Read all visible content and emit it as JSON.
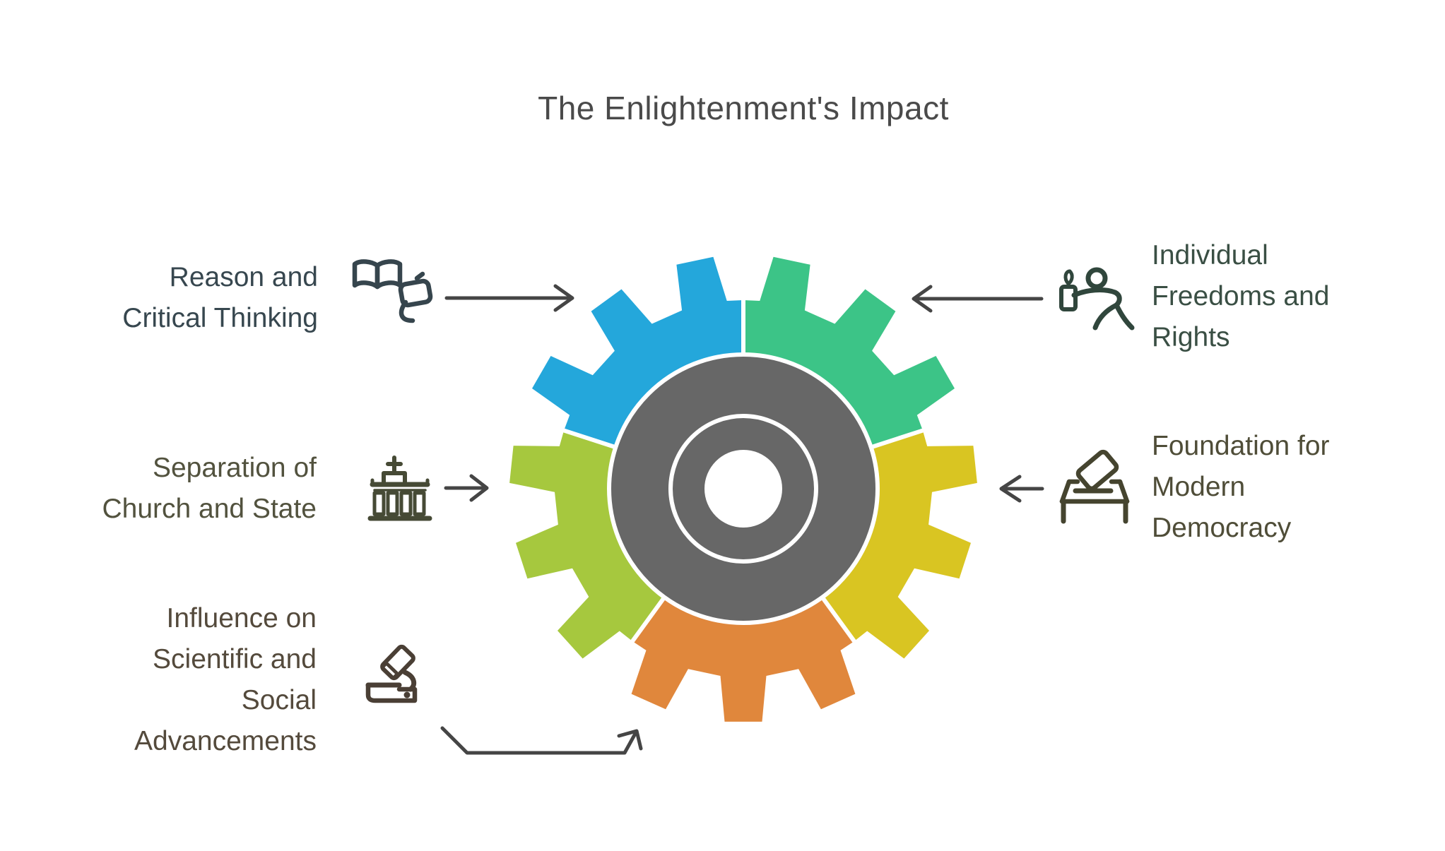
{
  "title": "The Enlightenment's Impact",
  "styles": {
    "background": "#ffffff",
    "title_color": "#4a4a4a",
    "arrow_color": "#454545",
    "hub_color": "#676767",
    "separator_color": "#ffffff"
  },
  "items": [
    {
      "id": "reason",
      "label": "Reason and\nCritical Thinking",
      "segment_color": "#24a7db",
      "text_color": "#37474f",
      "icon_color": "#36454d",
      "icon": "book-with-thought-icon",
      "side": "left"
    },
    {
      "id": "freedoms",
      "label": "Individual\nFreedoms and\nRights",
      "segment_color": "#3cc487",
      "text_color": "#3a4f44",
      "icon_color": "#30463c",
      "icon": "person-with-torch-icon",
      "side": "right"
    },
    {
      "id": "church_state",
      "label": "Separation of\nChurch and State",
      "segment_color": "#a6c83e",
      "text_color": "#52523e",
      "icon_color": "#464a35",
      "icon": "temple-icon",
      "side": "left"
    },
    {
      "id": "democracy",
      "label": "Foundation for\nModern\nDemocracy",
      "segment_color": "#d9c522",
      "text_color": "#4f4d38",
      "icon_color": "#45442f",
      "icon": "ballot-box-icon",
      "side": "right"
    },
    {
      "id": "science",
      "label": "Influence on\nScientific and\nSocial\nAdvancements",
      "segment_color": "#e0873c",
      "text_color": "#544a3c",
      "icon_color": "#4a3f35",
      "icon": "microscope-icon",
      "side": "left"
    }
  ],
  "gear": {
    "segment_order_clockwise_from_top": [
      "freedoms",
      "democracy",
      "science",
      "church_state",
      "reason"
    ],
    "teeth_total": 15,
    "segments_total": 5
  }
}
